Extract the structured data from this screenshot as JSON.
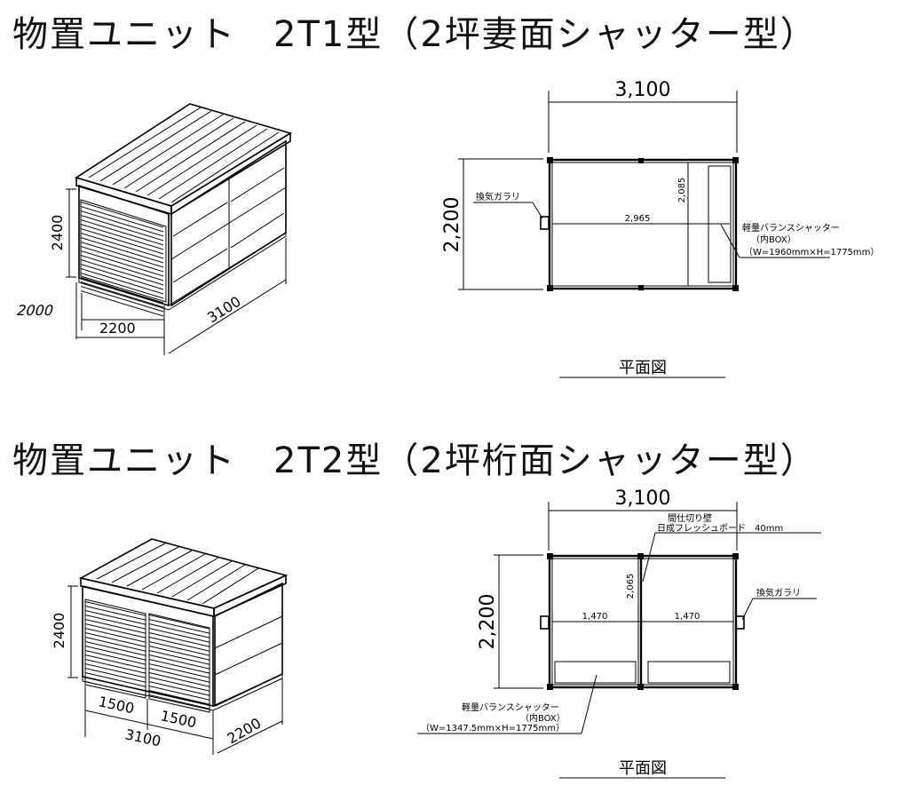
{
  "section1": {
    "title": "物置ユニット　2T1型（2坪妻面シャッター型）",
    "iso": {
      "height": "2400",
      "shutter_width": "2000",
      "width": "2200",
      "depth": "3100"
    },
    "plan": {
      "overall_width": "3,100",
      "overall_depth": "2,200",
      "inner_width": "2,965",
      "inner_depth": "2,085",
      "vent_label": "換気ガラリ",
      "shutter_label_1": "軽量バランスシャッター",
      "shutter_label_2": "（内BOX）",
      "shutter_label_3": "（W=1960mm×H=1775mm）",
      "caption": "平面図"
    }
  },
  "section2": {
    "title": "物置ユニット　2T2型（2坪桁面シャッター型）",
    "iso": {
      "height": "2400",
      "shutter_width_left": "1500",
      "shutter_width_right": "1500",
      "width": "3100",
      "depth": "2200"
    },
    "plan": {
      "overall_width": "3,100",
      "overall_depth": "2,200",
      "inner_depth": "2,065",
      "inner_width_left": "1,470",
      "inner_width_right": "1,470",
      "partition_label_1": "間仕切り壁",
      "partition_label_2": "日成フレッシュボード　40mm",
      "vent_label": "換気ガラリ",
      "shutter_label_1": "軽量バランスシャッター",
      "shutter_label_2": "（内BOX）",
      "shutter_label_3": "（W=1347.5mm×H=1775mm）",
      "caption": "平面図"
    }
  }
}
